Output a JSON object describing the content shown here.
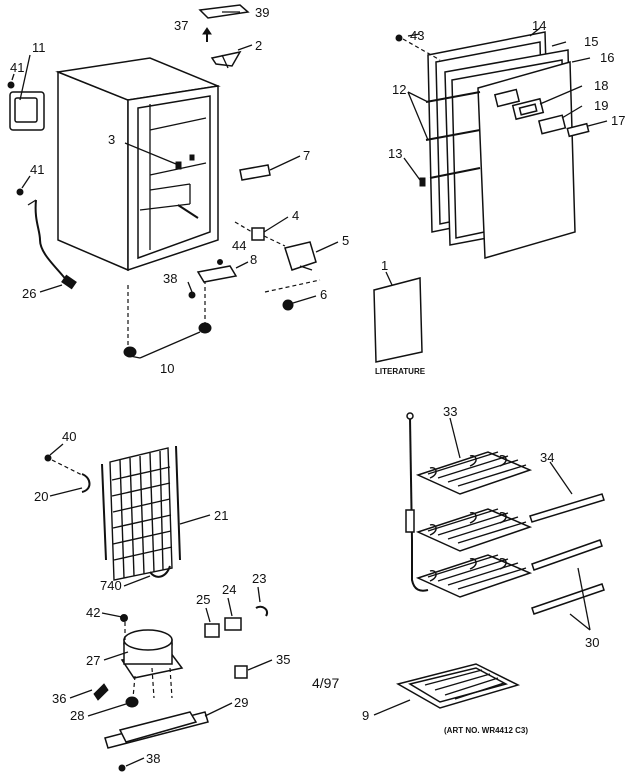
{
  "labels": {
    "l39": "39",
    "l37": "37",
    "l2": "2",
    "l11": "11",
    "l41a": "41",
    "l3": "3",
    "l7": "7",
    "l41b": "41",
    "l4": "4",
    "l44": "44",
    "l5": "5",
    "l8": "8",
    "l38a": "38",
    "l6": "6",
    "l26": "26",
    "l10": "10",
    "l43": "43",
    "l14": "14",
    "l15": "15",
    "l16": "16",
    "l12": "12",
    "l18": "18",
    "l19": "19",
    "l17": "17",
    "l13": "13",
    "l1": "1",
    "l40": "40",
    "l20": "20",
    "l21": "21",
    "l740": "740",
    "l42": "42",
    "l25": "25",
    "l24": "24",
    "l23": "23",
    "l27": "27",
    "l35": "35",
    "l36": "36",
    "l28": "28",
    "l29": "29",
    "l38b": "38",
    "l33": "33",
    "l34": "34",
    "l30": "30",
    "l9": "9"
  },
  "literature_text": "LITERATURE",
  "date_code": "4/97",
  "art_number": "(ART NO. WR4412 C3)"
}
